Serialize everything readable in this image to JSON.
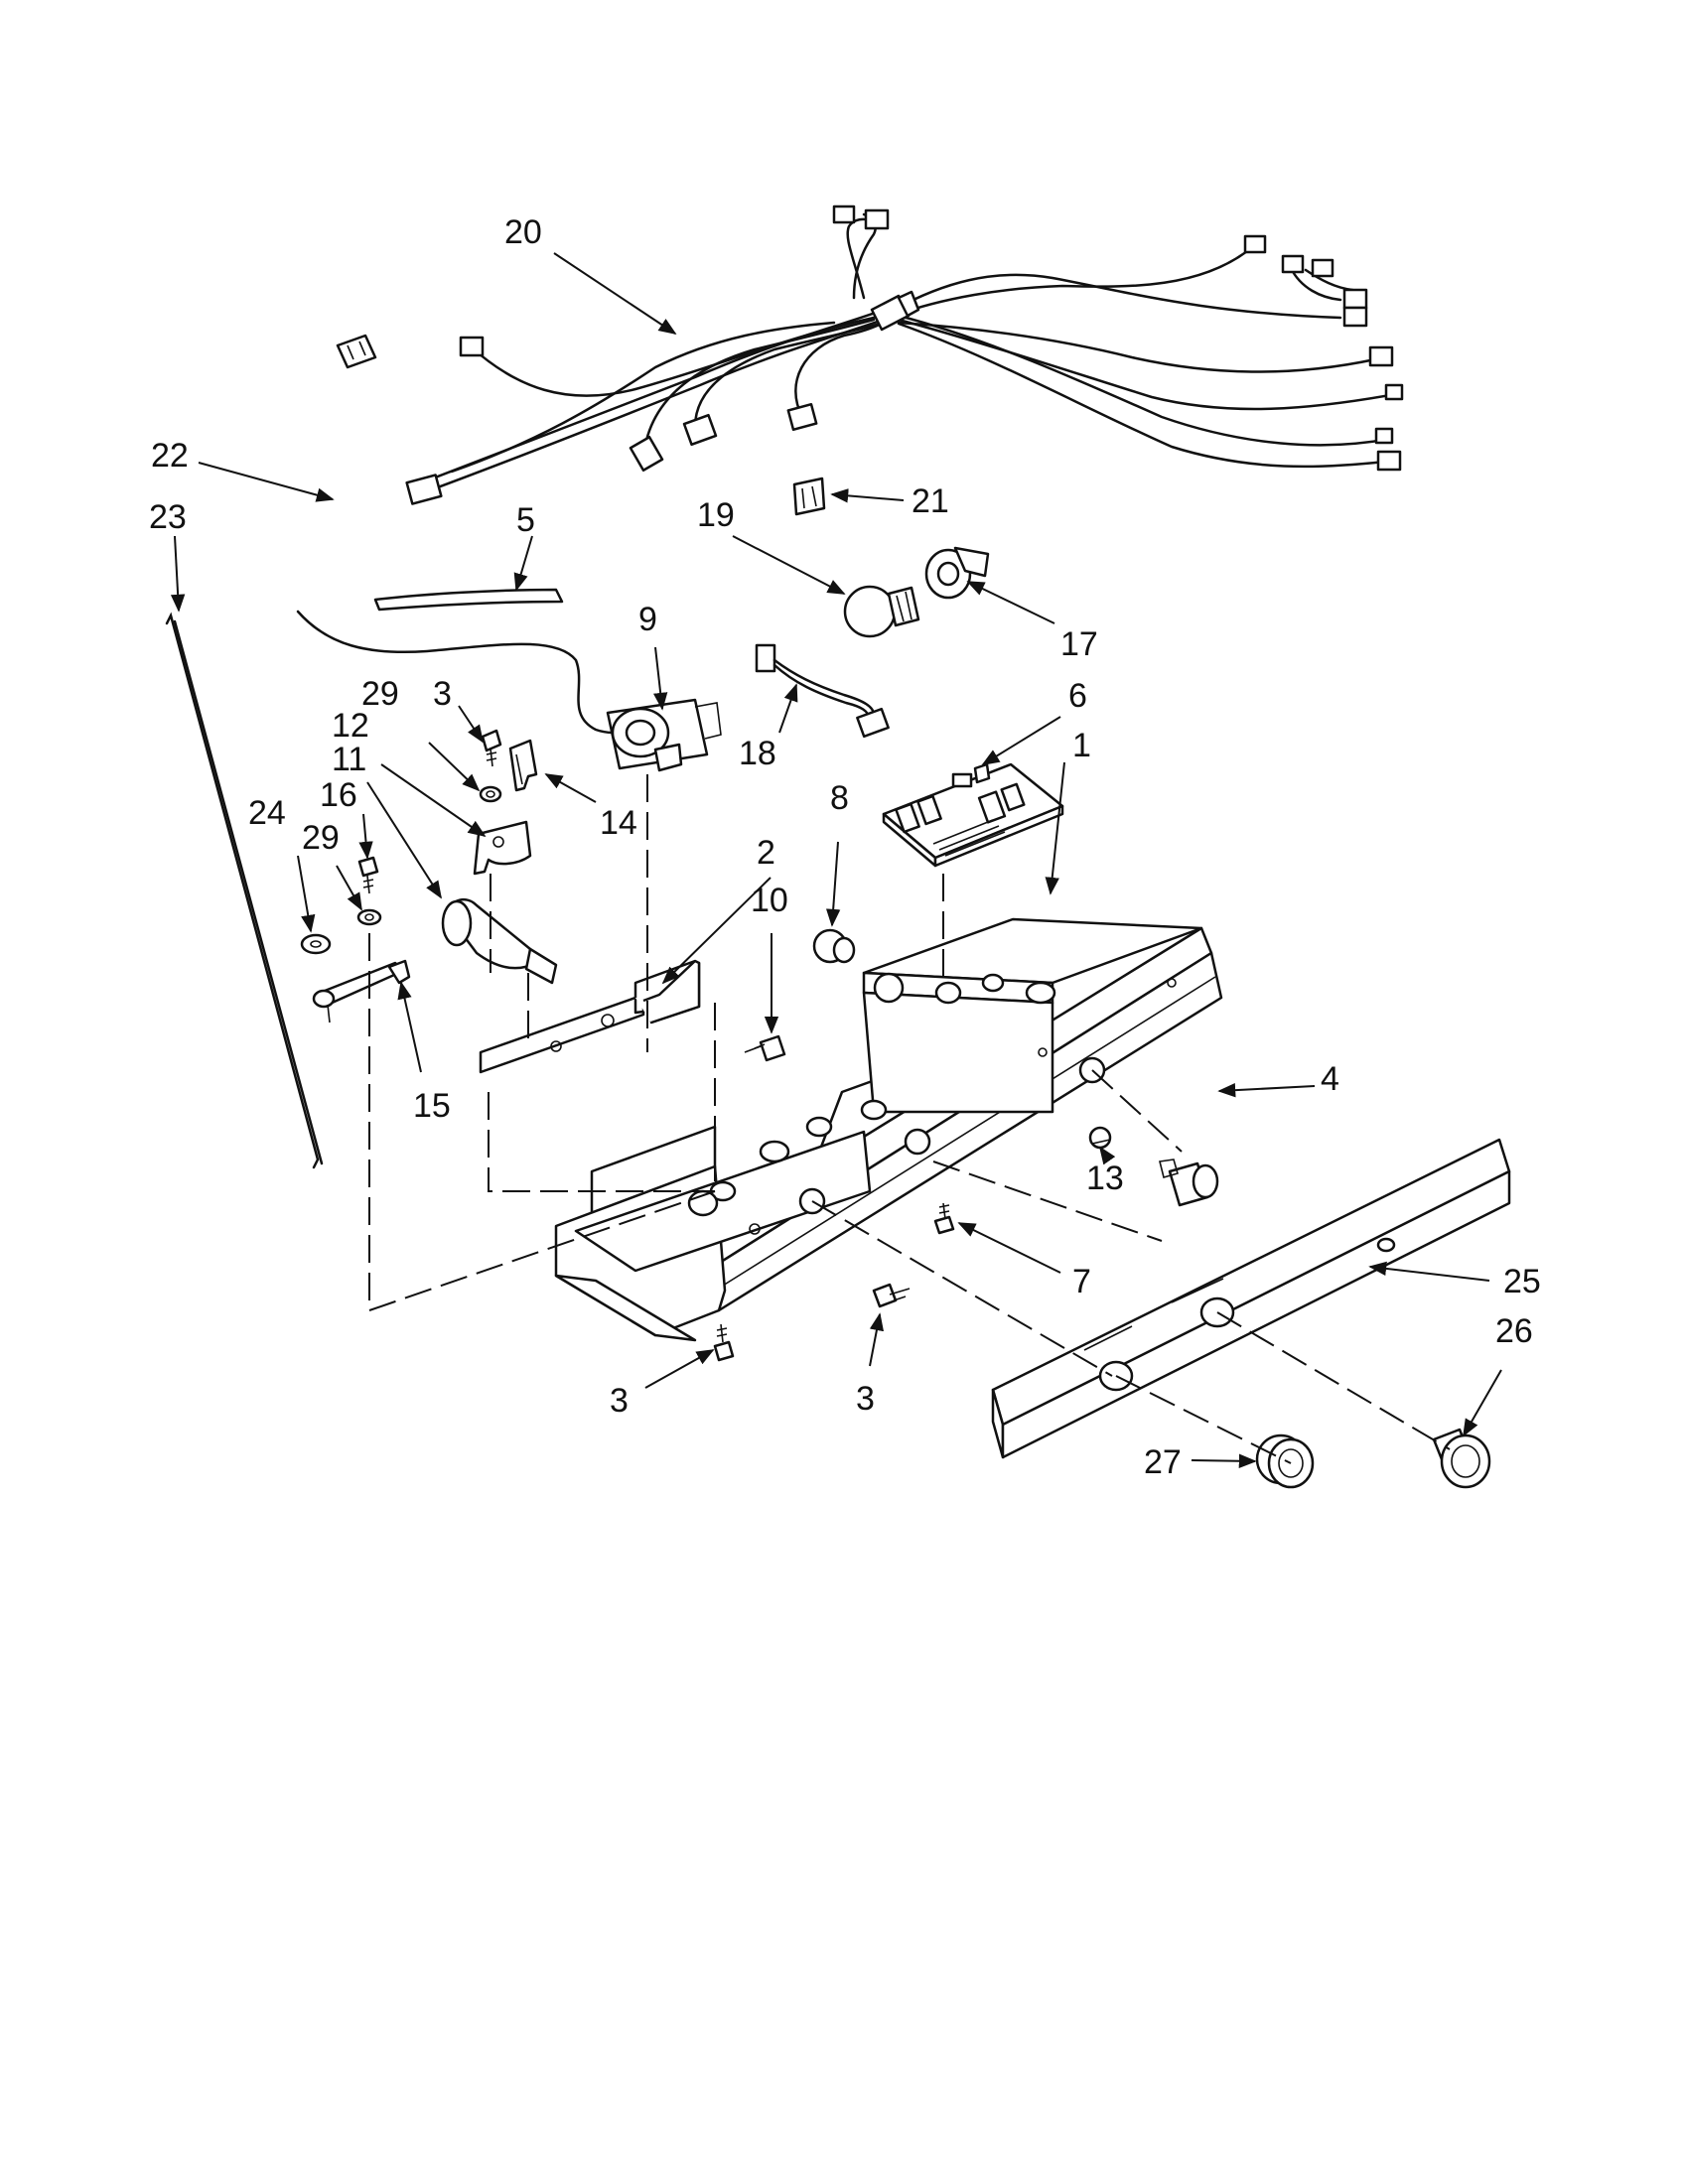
{
  "colors": {
    "ink": "#111111",
    "paper": "#ffffff"
  },
  "callouts": {
    "p1": "1",
    "p2": "2",
    "p3a": "3",
    "p3b": "3",
    "p3c": "3",
    "p4": "4",
    "p5": "5",
    "p6": "6",
    "p7": "7",
    "p8": "8",
    "p9": "9",
    "p10": "10",
    "p11": "11",
    "p12": "12",
    "p13": "13",
    "p14": "14",
    "p15": "15",
    "p16": "16",
    "p17": "17",
    "p18": "18",
    "p19": "19",
    "p20": "20",
    "p21": "21",
    "p22": "22",
    "p23": "23",
    "p24": "24",
    "p25": "25",
    "p26": "26",
    "p27": "27",
    "p29a": "29",
    "p29b": "29"
  }
}
